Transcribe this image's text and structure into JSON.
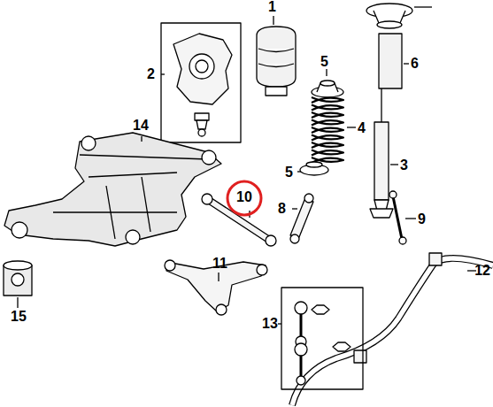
{
  "diagram": {
    "labels": [
      "1",
      "2",
      "5",
      "6",
      "14",
      "4",
      "3",
      "5",
      "10",
      "8",
      "9",
      "11",
      "12",
      "13",
      "15"
    ]
  }
}
